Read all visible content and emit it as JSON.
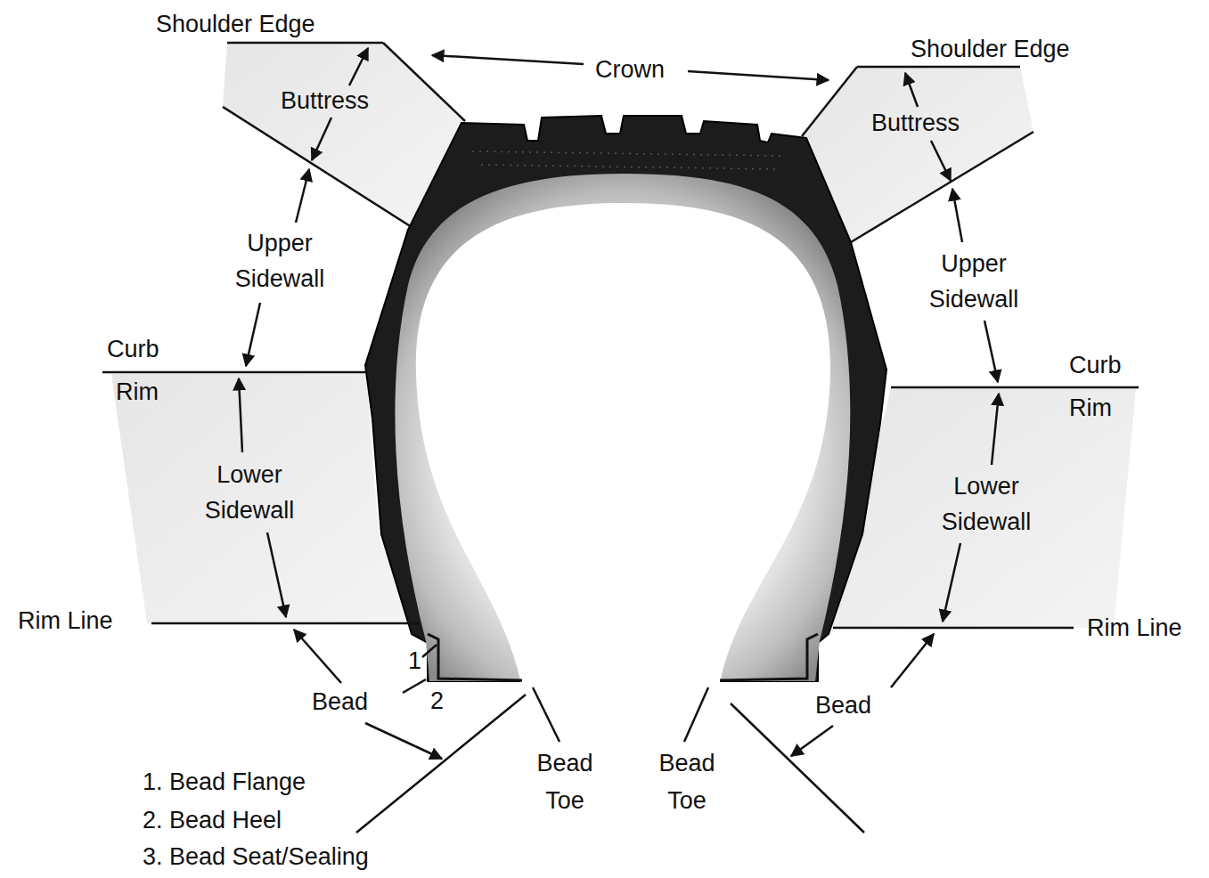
{
  "diagram": {
    "labels": [
      "Shoulder Edge",
      "Crown",
      "Shoulder Edge",
      "Buttress",
      "Buttress",
      "Upper Sidewall",
      "Upper Sidewall",
      "Curb",
      "Rim",
      "Curb",
      "Rim",
      "Lower Sidewall",
      "Lower Sidewall",
      "Rim Line",
      "Rim Line",
      "1",
      "2",
      "Bead",
      "Bead",
      "Bead Toe",
      "Bead Toe",
      "1. Bead Flange",
      "2. Bead Heel",
      "3. Bead Seat/Sealing"
    ]
  }
}
